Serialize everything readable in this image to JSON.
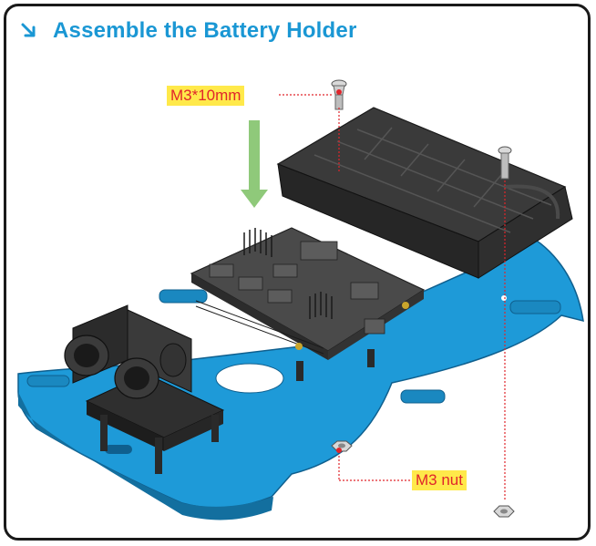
{
  "header": {
    "title": "Assemble the Battery Holder",
    "icon": "arrow-down-right-icon"
  },
  "callouts": {
    "screw": "M3*10mm",
    "nut": "M3 nut"
  },
  "colors": {
    "title": "#1a97d4",
    "chassis": "#1e9ad8",
    "battery_holder": "#3a3a3a",
    "label_bg": "#ffe94a",
    "label_text": "#e0252b",
    "guide_arrow": "#8fc97a"
  }
}
